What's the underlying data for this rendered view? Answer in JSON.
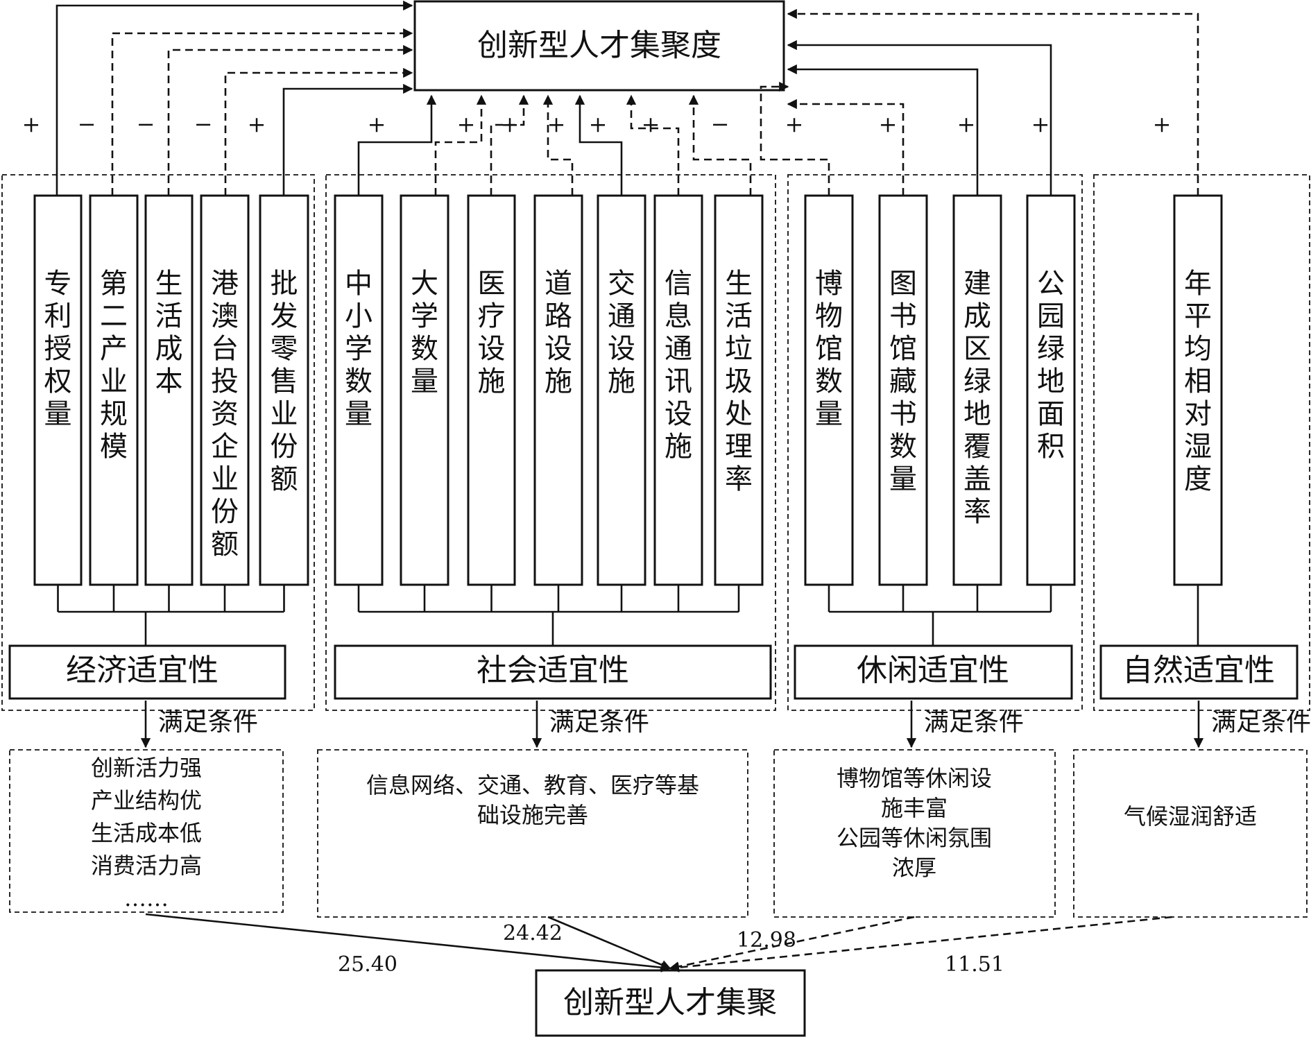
{
  "top_node": "创新型人才集聚度",
  "bottom_node": "创新型人才集聚",
  "condition_label": "满足条件",
  "groups": [
    {
      "category": "经济适宜性",
      "description": [
        "创新活力强",
        "产业结构优",
        "生活成本低",
        "消费活力高",
        "……"
      ],
      "weight": "25.40",
      "link_style": "solid",
      "factors": [
        {
          "label": "专利授权量",
          "sign": "+",
          "link": "solid"
        },
        {
          "label": "第二产业规模",
          "sign": "−",
          "link": "dashed"
        },
        {
          "label": "生活成本",
          "sign": "−",
          "link": "dashed"
        },
        {
          "label": "港澳台投资企业份额",
          "sign": "−",
          "link": "dashed"
        },
        {
          "label": "批发零售业份额",
          "sign": "+",
          "link": "solid"
        }
      ]
    },
    {
      "category": "社会适宜性",
      "description": [
        "信息网络、交通、教育、医疗等基",
        "础设施完善"
      ],
      "weight": "24.42",
      "link_style": "solid",
      "factors": [
        {
          "label": "中小学数量",
          "sign": "+",
          "link": "solid"
        },
        {
          "label": "大学数量",
          "sign": "+",
          "link": "dashed"
        },
        {
          "label": "医疗设施",
          "sign": "+",
          "link": "dashed"
        },
        {
          "label": "道路设施",
          "sign": "+",
          "link": "dashed"
        },
        {
          "label": "交通设施",
          "sign": "+",
          "link": "solid"
        },
        {
          "label": "信息通讯设施",
          "sign": "+",
          "link": "dashed"
        },
        {
          "label": "生活垃圾处理率",
          "sign": "−",
          "link": "dashed"
        }
      ]
    },
    {
      "category": "休闲适宜性",
      "description": [
        "博物馆等休闲设",
        "施丰富",
        "公园等休闲氛围",
        "浓厚"
      ],
      "weight": "12.98",
      "link_style": "dashed",
      "factors": [
        {
          "label": "博物馆数量",
          "sign": "+",
          "link": "dashed"
        },
        {
          "label": "图书馆藏书数量",
          "sign": "+",
          "link": "dashed"
        },
        {
          "label": "建成区绿地覆盖率",
          "sign": "+",
          "link": "solid"
        },
        {
          "label": "公园绿地面积",
          "sign": "+",
          "link": "solid"
        }
      ]
    },
    {
      "category": "自然适宜性",
      "description": [
        "气候湿润舒适"
      ],
      "weight": "11.51",
      "link_style": "dashed",
      "factors": [
        {
          "label": "年平均相对湿度",
          "sign": "+",
          "link": "dashed"
        }
      ]
    }
  ]
}
